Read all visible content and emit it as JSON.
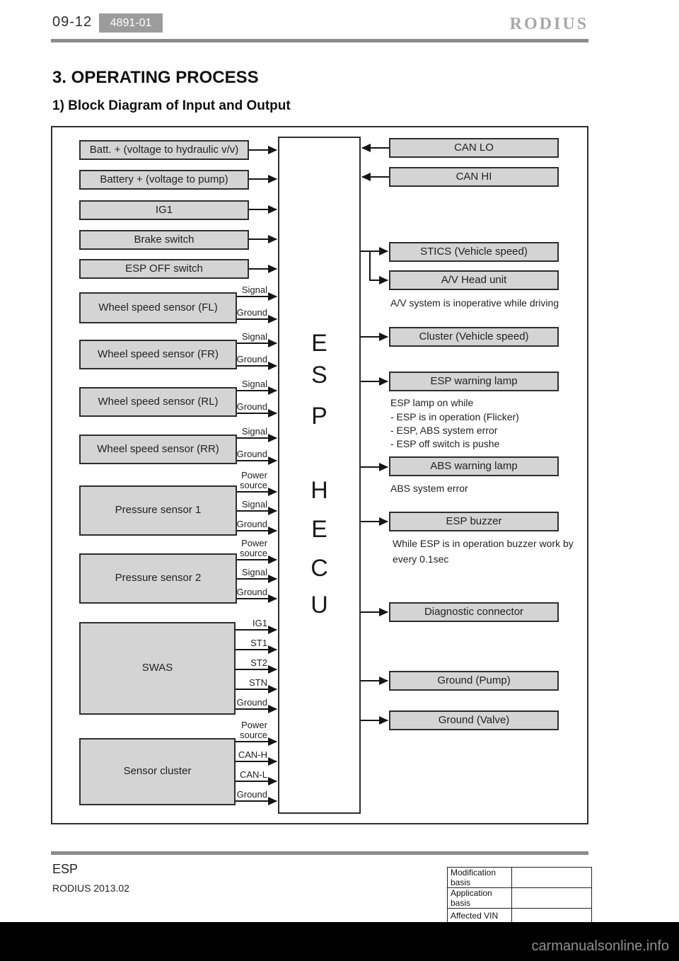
{
  "header": {
    "page_number": "09-12",
    "doc_code": "4891-01",
    "brand_logo": "RODIUS"
  },
  "section_title": "3. OPERATING PROCESS",
  "subsection_title": "1) Block Diagram of Input and Output",
  "diagram": {
    "ecu_letters": [
      "E",
      "S",
      "P",
      "H",
      "E",
      "C",
      "U"
    ],
    "inputs": [
      {
        "label": "Batt. + (voltage to hydraulic v/v)",
        "pins": []
      },
      {
        "label": "Battery + (voltage to pump)",
        "pins": []
      },
      {
        "label": "IG1",
        "pins": []
      },
      {
        "label": "Brake switch",
        "pins": []
      },
      {
        "label": "ESP OFF switch",
        "pins": []
      },
      {
        "label": "Wheel speed sensor (FL)",
        "pins": [
          "Signal",
          "Ground"
        ]
      },
      {
        "label": "Wheel speed sensor (FR)",
        "pins": [
          "Signal",
          "Ground"
        ]
      },
      {
        "label": "Wheel speed sensor (RL)",
        "pins": [
          "Signal",
          "Ground"
        ]
      },
      {
        "label": "Wheel speed sensor (RR)",
        "pins": [
          "Signal",
          "Ground"
        ]
      },
      {
        "label": "Pressure sensor 1",
        "pins": [
          "Power source",
          "Signal",
          "Ground"
        ]
      },
      {
        "label": "Pressure sensor 2",
        "pins": [
          "Power source",
          "Signal",
          "Ground"
        ]
      },
      {
        "label": "SWAS",
        "pins": [
          "IG1",
          "ST1",
          "ST2",
          "STN",
          "Ground"
        ]
      },
      {
        "label": "Sensor cluster",
        "pins": [
          "Power source",
          "CAN-H",
          "CAN-L",
          "Ground"
        ]
      }
    ],
    "outputs": [
      {
        "label": "CAN LO"
      },
      {
        "label": "CAN HI"
      },
      {
        "label": "STICS (Vehicle speed)"
      },
      {
        "label": "A/V Head unit",
        "note": "A/V system is inoperative while driving"
      },
      {
        "label": "Cluster (Vehicle speed)"
      },
      {
        "label": "ESP warning lamp",
        "notes": [
          "ESP lamp on while",
          "- ESP is in operation (Flicker)",
          "- ESP, ABS system error",
          "- ESP off switch is pushe"
        ]
      },
      {
        "label": "ABS warning lamp",
        "note": "ABS system error"
      },
      {
        "label": "ESP buzzer",
        "notes": [
          "While ESP is in operation buzzer work by",
          "every 0.1sec"
        ]
      },
      {
        "label": "Diagnostic connector"
      },
      {
        "label": "Ground (Pump)"
      },
      {
        "label": "Ground (Valve)"
      }
    ]
  },
  "footer": {
    "system": "ESP",
    "model": "RODIUS 2013.02",
    "revision_table": {
      "rows": [
        {
          "label": "Modification basis",
          "value": ""
        },
        {
          "label": "Application basis",
          "value": ""
        },
        {
          "label": "Affected VIN",
          "value": ""
        }
      ]
    }
  },
  "watermark": "carmanualsonline.info",
  "colors": {
    "box_fill": "#d4d4d4",
    "box_border": "#2e2e2e",
    "line": "#161616",
    "header_bar": "#8c8c8c",
    "logo_gray": "#a8a8a8",
    "code_badge_bg": "#9c9c9c",
    "footer_bar": "#000000",
    "watermark_gray": "#909090"
  }
}
